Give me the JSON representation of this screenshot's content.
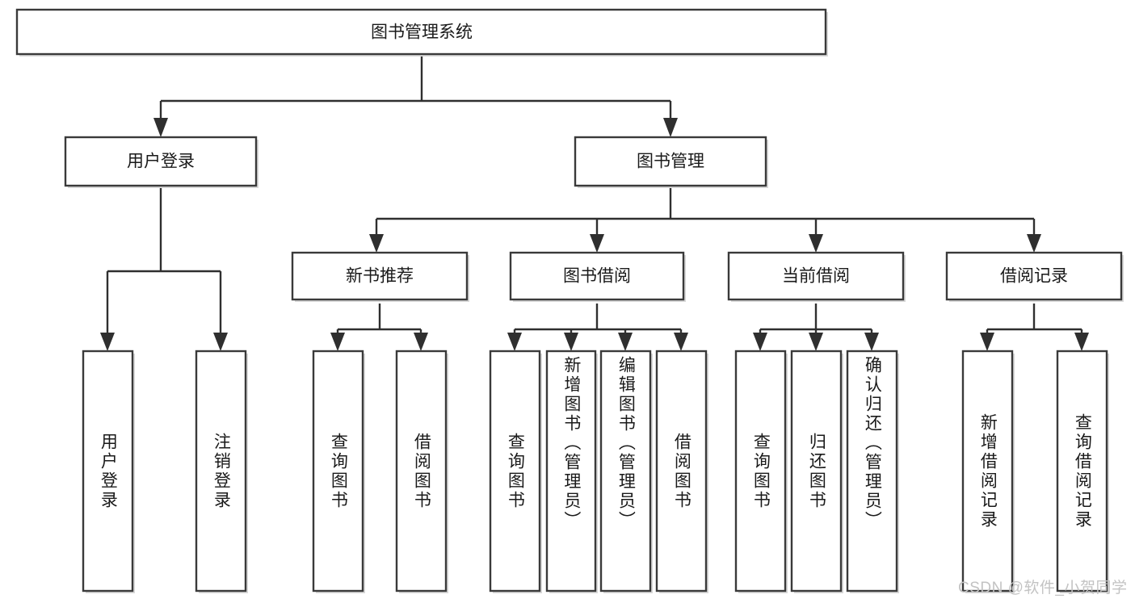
{
  "diagram": {
    "type": "tree-hierarchy",
    "title": "图书管理系统",
    "orientation": "top-down",
    "watermark": "CSDN @软件_小贺同学",
    "colors": {
      "box_fill": "#ffffff",
      "box_border": "#3a3a3a",
      "connector": "#2f2f2f",
      "text": "#1a1a1a",
      "watermark": "#c3c3c3",
      "background": "#ffffff"
    },
    "levels": [
      {
        "level": 1,
        "nodes": [
          {
            "id": "root",
            "label": "图书管理系统",
            "orientation": "horizontal"
          }
        ]
      },
      {
        "level": 2,
        "nodes": [
          {
            "id": "user-login",
            "label": "用户登录",
            "orientation": "horizontal",
            "parent": "root"
          },
          {
            "id": "book-manage",
            "label": "图书管理",
            "orientation": "horizontal",
            "parent": "root"
          }
        ]
      },
      {
        "level": 3,
        "nodes": [
          {
            "id": "new-book-rec",
            "label": "新书推荐",
            "orientation": "horizontal",
            "parent": "book-manage"
          },
          {
            "id": "book-borrow",
            "label": "图书借阅",
            "orientation": "horizontal",
            "parent": "book-manage"
          },
          {
            "id": "current-borrow",
            "label": "当前借阅",
            "orientation": "horizontal",
            "parent": "book-manage"
          },
          {
            "id": "borrow-record",
            "label": "借阅记录",
            "orientation": "horizontal",
            "parent": "book-manage"
          }
        ]
      },
      {
        "level": 4,
        "nodes": [
          {
            "id": "leaf-user-login",
            "label": "用户登录",
            "orientation": "vertical",
            "parent": "user-login"
          },
          {
            "id": "leaf-logout-login",
            "label": "注销登录",
            "orientation": "vertical",
            "parent": "user-login"
          },
          {
            "id": "leaf-query-book-1",
            "label": "查询图书",
            "orientation": "vertical",
            "parent": "new-book-rec"
          },
          {
            "id": "leaf-borrow-book-1",
            "label": "借阅图书",
            "orientation": "vertical",
            "parent": "new-book-rec"
          },
          {
            "id": "leaf-query-book-2",
            "label": "查询图书",
            "orientation": "vertical",
            "parent": "book-borrow"
          },
          {
            "id": "leaf-add-book",
            "label": "新增图书（管理员）",
            "orientation": "vertical",
            "parent": "book-borrow"
          },
          {
            "id": "leaf-edit-book",
            "label": "编辑图书（管理员）",
            "orientation": "vertical",
            "parent": "book-borrow"
          },
          {
            "id": "leaf-borrow-book-2",
            "label": "借阅图书",
            "orientation": "vertical",
            "parent": "book-borrow"
          },
          {
            "id": "leaf-query-book-3",
            "label": "查询图书",
            "orientation": "vertical",
            "parent": "current-borrow"
          },
          {
            "id": "leaf-return-book",
            "label": "归还图书",
            "orientation": "vertical",
            "parent": "current-borrow"
          },
          {
            "id": "leaf-confirm-return",
            "label": "确认归还（管理员）",
            "orientation": "vertical",
            "parent": "current-borrow"
          },
          {
            "id": "leaf-add-record",
            "label": "新增借阅记录",
            "orientation": "vertical",
            "parent": "borrow-record"
          },
          {
            "id": "leaf-query-record",
            "label": "查询借阅记录",
            "orientation": "vertical",
            "parent": "borrow-record"
          }
        ]
      }
    ]
  }
}
